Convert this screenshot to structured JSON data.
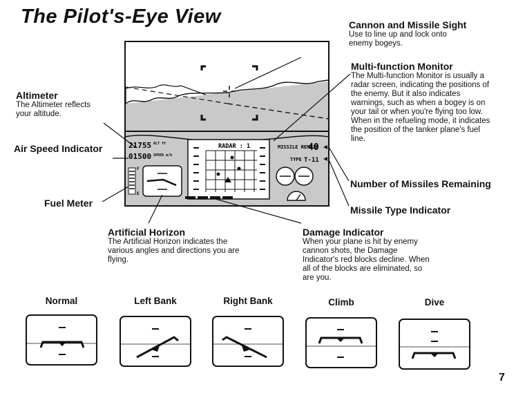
{
  "page": {
    "title": "The Pilot's-Eye View",
    "number": "7"
  },
  "callouts": {
    "cannon": {
      "title": "Cannon and Missile Sight",
      "text": "Use to line up and lock onto enemy bogeys."
    },
    "mfm": {
      "title": "Multi-function Monitor",
      "text": "The Multi-function Monitor is usually a radar screen, indicating the positions of the enemy. But it also indicates warnings, such as when a bogey is on your tail or when you're flying too low. When in the refueling mode, it indicates the position of the tanker plane's fuel line."
    },
    "altimeter": {
      "title": "Altimeter",
      "text": "The Altimeter reflects your altitude."
    },
    "airspeed": {
      "title": "Air Speed Indicator"
    },
    "fuel": {
      "title": "Fuel Meter"
    },
    "horizon": {
      "title": "Artificial Horizon",
      "text": "The Artificial Horizon indicates the various angles and directions you are flying."
    },
    "damage": {
      "title": "Damage Indicator",
      "text": "When your plane is hit by enemy cannon shots, the Damage Indicator's red blocks decline. When all of the blocks are eliminated, so are you."
    },
    "missiles": {
      "title": "Number of Missiles Remaining"
    },
    "missile_type": {
      "title": "Missile Type Indicator"
    }
  },
  "cockpit": {
    "altitude": "21755",
    "alt_unit": "ALT ft",
    "speed": "01500",
    "speed_unit": "SPEED m/h",
    "radar_label": "RADAR : 1",
    "missile_remain_label": "MISSILE REMAIN",
    "missile_count": "40",
    "type_label": "TYPE",
    "missile_type": "T-11",
    "fuel_letter_full": "F",
    "fuel_letter_empty": "E"
  },
  "banks": [
    {
      "label": "Normal"
    },
    {
      "label": "Left Bank"
    },
    {
      "label": "Right Bank"
    },
    {
      "label": "Climb"
    },
    {
      "label": "Dive"
    }
  ]
}
